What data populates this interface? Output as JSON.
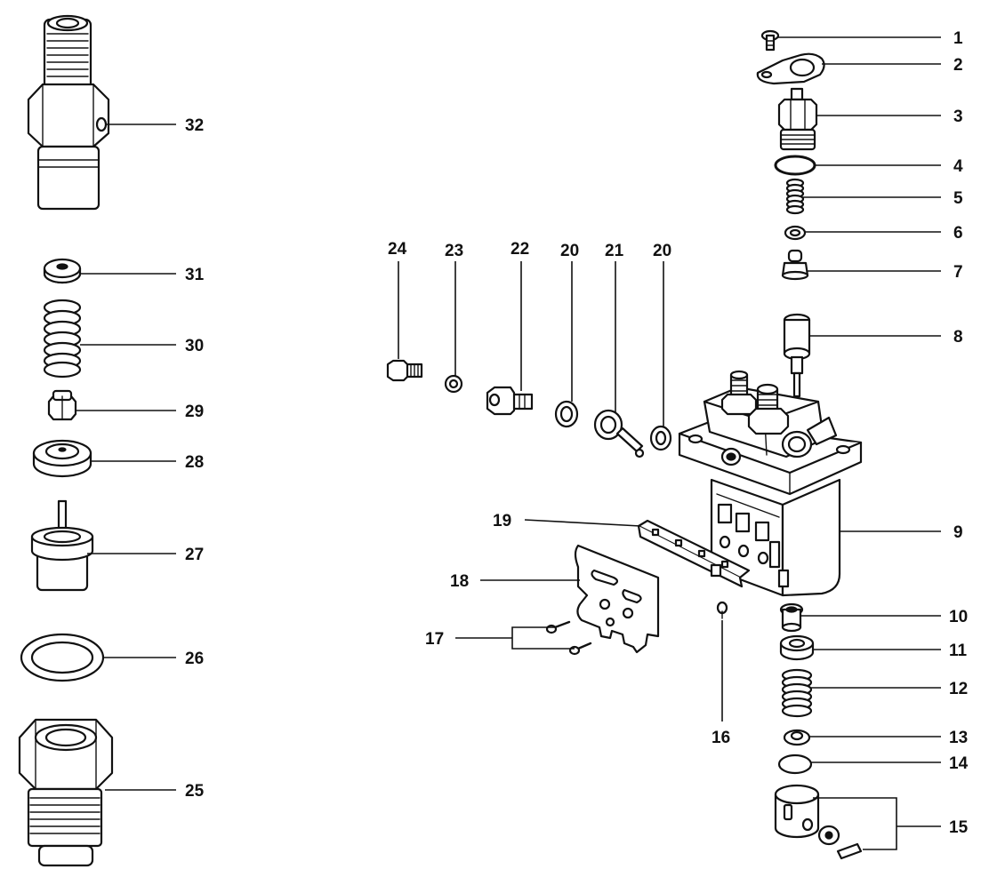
{
  "diagram": {
    "callouts": [
      {
        "id": "1",
        "label": "1"
      },
      {
        "id": "2",
        "label": "2"
      },
      {
        "id": "3",
        "label": "3"
      },
      {
        "id": "4",
        "label": "4"
      },
      {
        "id": "5",
        "label": "5"
      },
      {
        "id": "6",
        "label": "6"
      },
      {
        "id": "7",
        "label": "7"
      },
      {
        "id": "8",
        "label": "8"
      },
      {
        "id": "9",
        "label": "9"
      },
      {
        "id": "10",
        "label": "10"
      },
      {
        "id": "11",
        "label": "11"
      },
      {
        "id": "12",
        "label": "12"
      },
      {
        "id": "13",
        "label": "13"
      },
      {
        "id": "14",
        "label": "14"
      },
      {
        "id": "15",
        "label": "15"
      },
      {
        "id": "16",
        "label": "16"
      },
      {
        "id": "17",
        "label": "17"
      },
      {
        "id": "18",
        "label": "18"
      },
      {
        "id": "19",
        "label": "19"
      },
      {
        "id": "20a",
        "label": "20"
      },
      {
        "id": "21",
        "label": "21"
      },
      {
        "id": "20b",
        "label": "20"
      },
      {
        "id": "22",
        "label": "22"
      },
      {
        "id": "23",
        "label": "23"
      },
      {
        "id": "24",
        "label": "24"
      },
      {
        "id": "25",
        "label": "25"
      },
      {
        "id": "26",
        "label": "26"
      },
      {
        "id": "27",
        "label": "27"
      },
      {
        "id": "28",
        "label": "28"
      },
      {
        "id": "29",
        "label": "29"
      },
      {
        "id": "30",
        "label": "30"
      },
      {
        "id": "31",
        "label": "31"
      },
      {
        "id": "32",
        "label": "32"
      }
    ]
  }
}
